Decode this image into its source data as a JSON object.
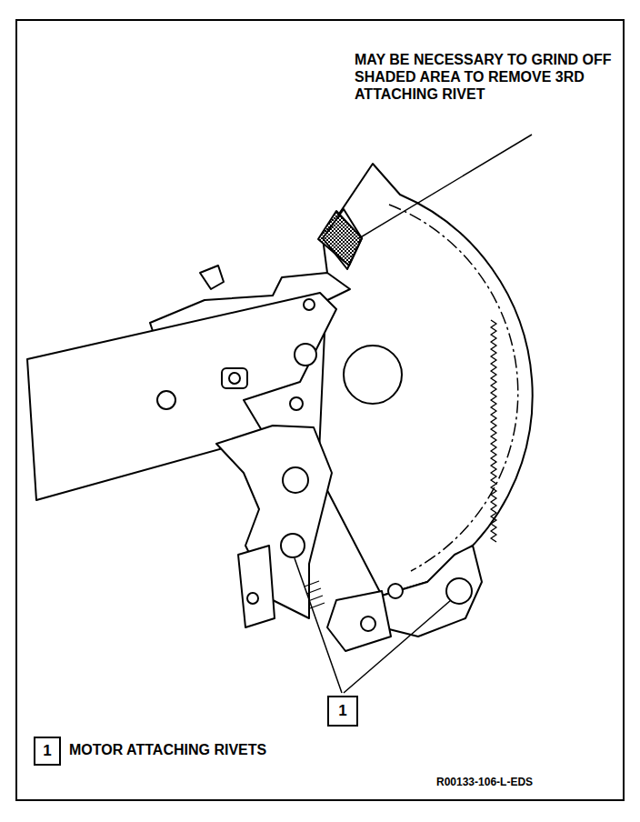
{
  "diagram": {
    "nodes": [
      {
        "text": [
          "1"
        ]
      },
      {
        "text": [
          "1"
        ]
      }
    ],
    "labels": [
      "MAY BE NECESSARY TO GRIND OFF SHADED AREA TO REMOVE 3RD ATTACHING RIVET",
      "MOTOR ATTACHING RIVETS",
      "R00133-106-L-EDS"
    ]
  }
}
